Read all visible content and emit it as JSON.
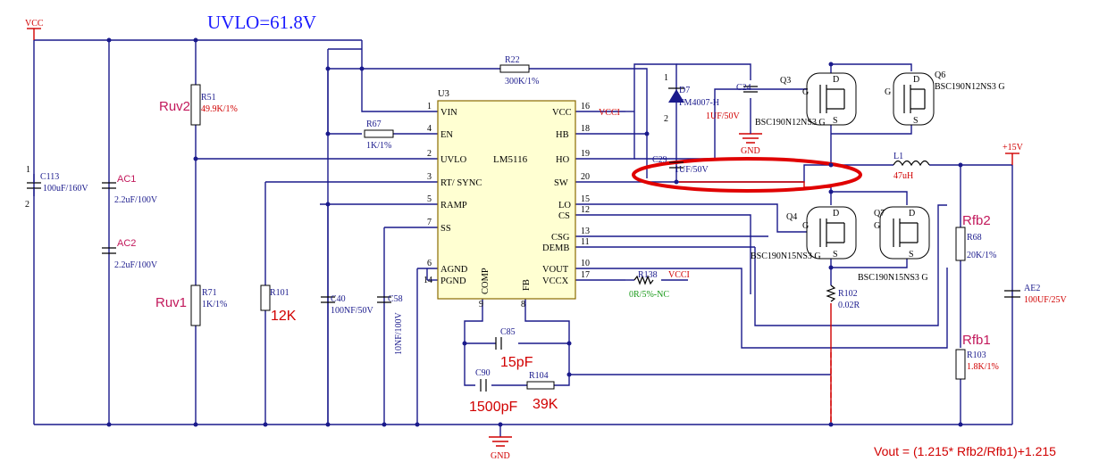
{
  "title": "UVLO=61.8V",
  "formula": "Vout = (1.215* Rfb2/Rfb1)+1.215",
  "ic": {
    "ref": "U3",
    "name": "LM5116",
    "left_pins": [
      {
        "num": "1",
        "name": "VIN"
      },
      {
        "num": "4",
        "name": "EN"
      },
      {
        "num": "2",
        "name": "UVLO"
      },
      {
        "num": "3",
        "name": "RT/ SYNC"
      },
      {
        "num": "5",
        "name": "RAMP"
      },
      {
        "num": "7",
        "name": "SS"
      },
      {
        "num": "6",
        "name": "AGND"
      },
      {
        "num": "14",
        "name": "PGND"
      }
    ],
    "right_pins": [
      {
        "num": "16",
        "name": "VCC"
      },
      {
        "num": "18",
        "name": "HB"
      },
      {
        "num": "19",
        "name": "HO"
      },
      {
        "num": "20",
        "name": "SW"
      },
      {
        "num": "15",
        "name": "LO"
      },
      {
        "num": "12",
        "name": "CS"
      },
      {
        "num": "13",
        "name": "CSG"
      },
      {
        "num": "11",
        "name": "DEMB"
      },
      {
        "num": "10",
        "name": "VOUT"
      },
      {
        "num": "17",
        "name": "VCCX"
      }
    ],
    "bottom_pins": [
      {
        "num": "9",
        "name": "COMP"
      },
      {
        "num": "8",
        "name": "FB"
      }
    ]
  },
  "nets": {
    "vcc": "VCC",
    "vcci": "VCCI",
    "vcci2": "VCCI",
    "out": "+15V",
    "gnd1": "GND",
    "gnd2": "GND"
  },
  "components": {
    "c113": {
      "ref": "C113",
      "val": "100uF/160V",
      "pin1": "1",
      "pin2": "2"
    },
    "ac1": {
      "ref": "AC1",
      "val": "2.2uF/100V"
    },
    "ac2": {
      "ref": "AC2",
      "val": "2.2uF/100V"
    },
    "r51": {
      "ref": "R51",
      "val": "49.9K/1%",
      "tag": "Ruv2"
    },
    "r71": {
      "ref": "R71",
      "val": "1K/1%",
      "tag": "Ruv1"
    },
    "r101": {
      "ref": "R101",
      "note": "12K"
    },
    "c40": {
      "ref": "C40",
      "val": "100NF/50V"
    },
    "c58": {
      "ref": "C58",
      "val": "10NF/100V"
    },
    "r67": {
      "ref": "R67",
      "val": "1K/1%"
    },
    "r22": {
      "ref": "R22",
      "val": "300K/1%"
    },
    "d7": {
      "ref": "D7",
      "val": "FM4007-H",
      "pin1": "1",
      "pin2": "2"
    },
    "c24": {
      "ref": "C24",
      "val": "1UF/50V"
    },
    "c29": {
      "ref": "C29",
      "val": "1UF/50V"
    },
    "q3": {
      "ref": "Q3",
      "val": "BSC190N12NS3 G"
    },
    "q6": {
      "ref": "Q6",
      "val": "BSC190N12NS3 G"
    },
    "q4": {
      "ref": "Q4",
      "val": "BSC190N15NS3 G"
    },
    "q7": {
      "ref": "Q7",
      "val": "BSC190N15NS3 G"
    },
    "l1": {
      "ref": "L1",
      "val": "47uH"
    },
    "r68": {
      "ref": "R68",
      "val": "20K/1%",
      "tag": "Rfb2"
    },
    "r103": {
      "ref": "R103",
      "val": "1.8K/1%",
      "tag": "Rfb1"
    },
    "ae2": {
      "ref": "AE2",
      "val": "100UF/25V"
    },
    "r102": {
      "ref": "R102",
      "val": "0.02R"
    },
    "r138": {
      "ref": "R138",
      "val": "0R/5%-NC"
    },
    "c85": {
      "ref": "C85",
      "note": "15pF"
    },
    "c90": {
      "ref": "C90",
      "note": "1500pF"
    },
    "r104": {
      "ref": "R104",
      "note": "39K"
    }
  },
  "mos": {
    "g": "G",
    "d": "D",
    "s": "S"
  }
}
